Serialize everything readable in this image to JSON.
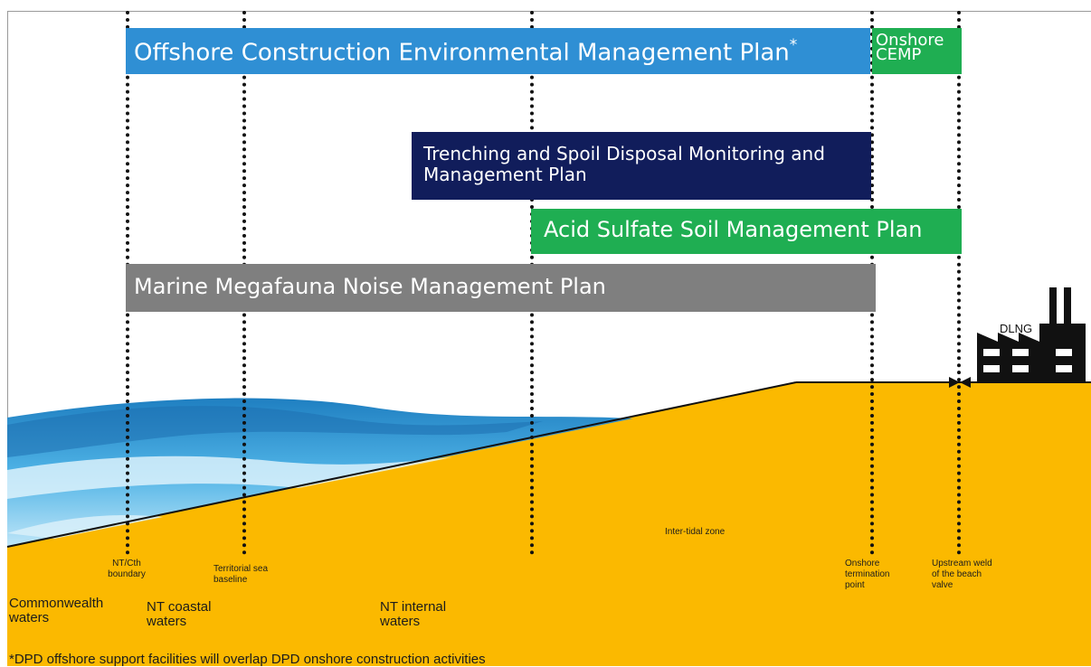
{
  "plans": {
    "offshore_cemp": "Offshore Construction Environmental Management Plan",
    "offshore_cemp_mark": "*",
    "onshore_cemp": "Onshore CEMP",
    "trenching": "Trenching and Spoil Disposal Monitoring and Management Plan",
    "acid_sulfate": "Acid Sulfate Soil Management Plan",
    "marine_megafauna": "Marine Megafauna Noise Management Plan"
  },
  "facility": {
    "label": "DLNG"
  },
  "boundaries": {
    "nt_cth": "NT/Cth boundary",
    "territorial": "Territorial sea baseline",
    "intertidal": "Inter-tidal zone",
    "onshore_termination": "Onshore termination point",
    "upstream_weld": "Upstream weld of the beach valve"
  },
  "zones": {
    "commonwealth": "Commonwealth waters",
    "nt_coastal": "NT coastal waters",
    "nt_internal": "NT internal waters"
  },
  "footnote": "*DPD offshore support facilities will overlap DPD onshore construction activities",
  "colors": {
    "offshore_blue": "#2f8fd4",
    "onshore_green": "#1fae52",
    "trench_navy": "#111d5b",
    "marine_grey": "#7f7f7f",
    "ground": "#fbb900",
    "water": "#3aa0d8"
  }
}
